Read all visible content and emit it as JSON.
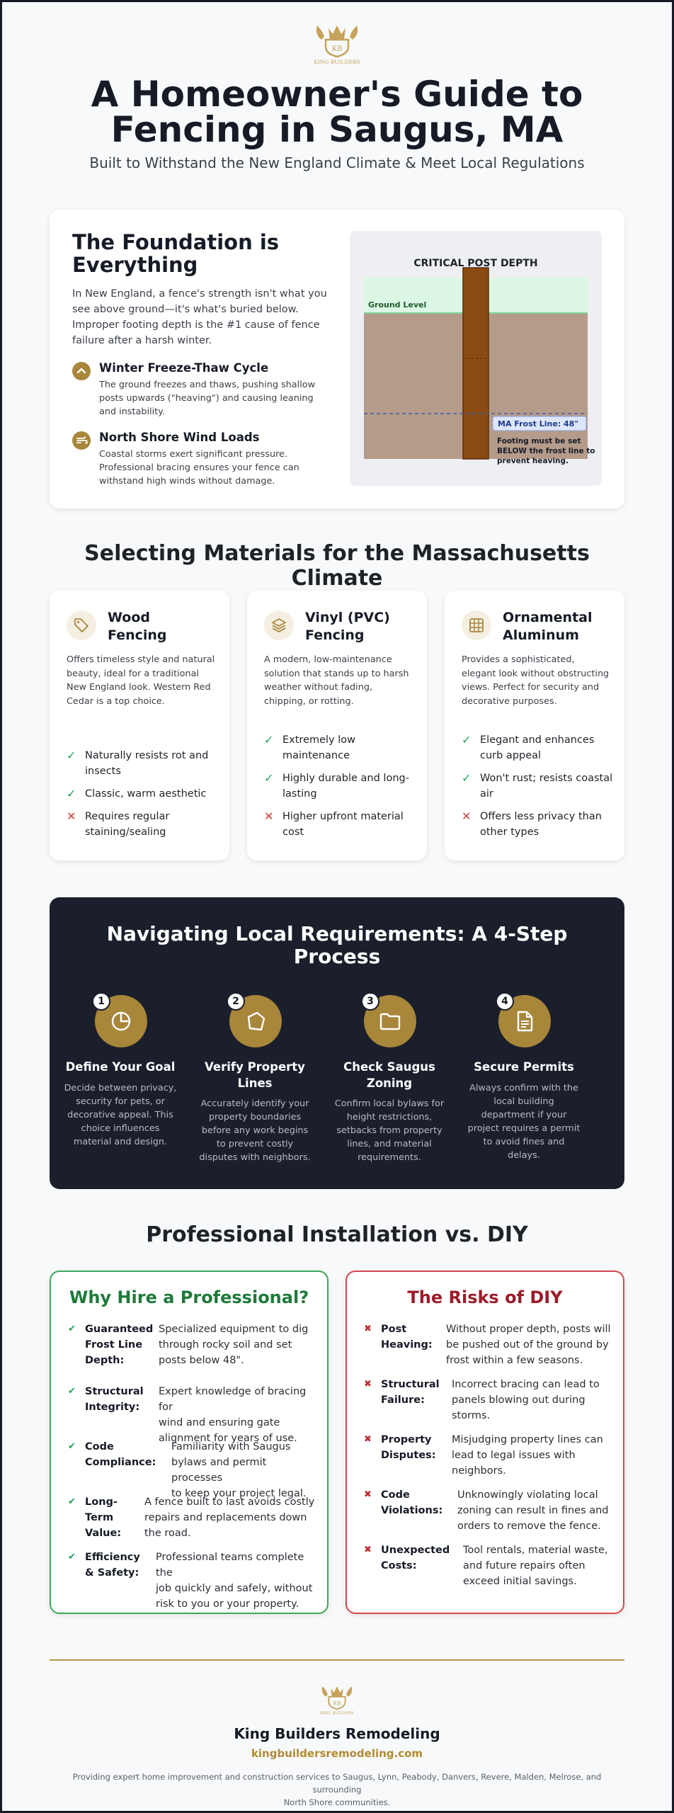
{
  "header": {
    "logo_text": "KING BUILDERS",
    "logo_initials": "KB",
    "title_line1": "A Homeowner's Guide to",
    "title_line2": "Fencing in Saugus, MA",
    "subtitle": "Built to Withstand the New England Climate & Meet Local Regulations"
  },
  "foundation": {
    "title_line1": "The Foundation is",
    "title_line2": "Everything",
    "intro": "In New England, a fence's strength isn't what you see above ground—it's what's buried below. Improper footing depth is the #1 cause of fence failure after a harsh winter.",
    "features": [
      {
        "icon": "chevron-up-icon",
        "title": "Winter Freeze-Thaw Cycle",
        "text": "The ground freezes and thaws, pushing shallow posts upwards (\"heaving\") and causing leaning and instability."
      },
      {
        "icon": "wind-icon",
        "title": "North Shore Wind Loads",
        "text": "Coastal storms exert significant pressure. Professional bracing ensures your fence can withstand high winds without damage."
      }
    ],
    "diagram": {
      "title": "CRITICAL POST DEPTH",
      "ground_label": "Ground Level",
      "frost_label": "MA Frost Line: 48\"",
      "note_line1": "Footing must be set",
      "note_line2": "BELOW the frost line to",
      "note_line3": "prevent heaving."
    }
  },
  "materials": {
    "title": "Selecting Materials for the Massachusetts Climate",
    "items": [
      {
        "icon": "tag-icon",
        "title_line1": "Wood",
        "title_line2": "Fencing",
        "desc": "Offers timeless style and natural beauty, ideal for a traditional New England look. Western Red Cedar is a top choice.",
        "points": [
          {
            "type": "pro",
            "text": "Naturally resists rot and insects"
          },
          {
            "type": "pro",
            "text": "Classic, warm aesthetic"
          },
          {
            "type": "con",
            "text": "Requires regular staining/sealing"
          }
        ]
      },
      {
        "icon": "layers-icon",
        "title_line1": "Vinyl (PVC)",
        "title_line2": "Fencing",
        "desc": "A modern, low-maintenance solution that stands up to harsh weather without fading, chipping, or rotting.",
        "points": [
          {
            "type": "pro",
            "text": "Extremely low maintenance"
          },
          {
            "type": "pro",
            "text": "Highly durable and long-lasting"
          },
          {
            "type": "con",
            "text": "Higher upfront material cost"
          }
        ]
      },
      {
        "icon": "grid-icon",
        "title_line1": "Ornamental",
        "title_line2": "Aluminum",
        "desc": "Provides a sophisticated, elegant look without obstructing views. Perfect for security and decorative purposes.",
        "points": [
          {
            "type": "pro",
            "text": "Elegant and enhances curb appeal"
          },
          {
            "type": "pro",
            "text": "Won't rust; resists coastal air"
          },
          {
            "type": "con",
            "text": "Offers less privacy than other types"
          }
        ]
      }
    ]
  },
  "process": {
    "title_line1": "Navigating Local Requirements: A 4-Step",
    "title_line2": "Process",
    "steps": [
      {
        "num": "1",
        "icon": "pie-chart-icon",
        "title": "Define Your Goal",
        "text": "Decide between privacy, security for pets, or decorative appeal. This choice influences material and design."
      },
      {
        "num": "2",
        "icon": "pentagon-map-icon",
        "title": "Verify Property Lines",
        "text": "Accurately identify your property boundaries before any work begins to prevent costly disputes with neighbors."
      },
      {
        "num": "3",
        "icon": "folder-icon",
        "title": "Check Saugus Zoning",
        "text": "Confirm local bylaws for height restrictions, setbacks from property lines, and material requirements."
      },
      {
        "num": "4",
        "icon": "document-icon",
        "title": "Secure Permits",
        "text": "Always confirm with the local building department if your project requires a permit to avoid fines and delays."
      }
    ]
  },
  "compare": {
    "title": "Professional Installation vs. DIY",
    "pro": {
      "title": "Why Hire a Professional?",
      "bullet": "✔",
      "items": [
        {
          "k1": "Guaranteed",
          "k2": "Frost Line",
          "k3": "Depth:",
          "v1": "Specialized equipment to dig",
          "v2": "through rocky soil and set",
          "v3": "posts below 48\"."
        },
        {
          "k1": "Structural",
          "k2": "Integrity:",
          "k3": "",
          "v1": "Expert knowledge of bracing for",
          "v2": "wind and ensuring gate",
          "v3": "alignment for years of use."
        },
        {
          "k1": "Code",
          "k2": "Compliance:",
          "k3": "",
          "v1": "Familiarity with Saugus",
          "v2": "bylaws and permit processes",
          "v3": "to keep your project legal."
        },
        {
          "k1": "Long-",
          "k2": "Term",
          "k3": "Value:",
          "v1": "A fence built to last avoids costly",
          "v2": "repairs and replacements down",
          "v3": "the road."
        },
        {
          "k1": "Efficiency",
          "k2": "& Safety:",
          "k3": "",
          "v1": "Professional teams complete the",
          "v2": "job quickly and safely, without",
          "v3": "risk to you or your property."
        }
      ]
    },
    "diy": {
      "title": "The Risks of DIY",
      "bullet": "✖",
      "items": [
        {
          "k1": "Post",
          "k2": "Heaving:",
          "k3": "",
          "v1": "Without proper depth, posts will",
          "v2": "be pushed out of the ground by",
          "v3": "frost within a few seasons."
        },
        {
          "k1": "Structural",
          "k2": "Failure:",
          "k3": "",
          "v1": "Incorrect bracing can lead to",
          "v2": "panels blowing out during",
          "v3": "storms."
        },
        {
          "k1": "Property",
          "k2": "Disputes:",
          "k3": "",
          "v1": "Misjudging property lines can",
          "v2": "lead to legal issues with",
          "v3": "neighbors."
        },
        {
          "k1": "Code",
          "k2": "Violations:",
          "k3": "",
          "v1": "Unknowingly violating local",
          "v2": "zoning can result in fines and",
          "v3": "orders to remove the fence."
        },
        {
          "k1": "Unexpected",
          "k2": "Costs:",
          "k3": "",
          "v1": "Tool rentals, material waste,",
          "v2": "and future repairs often",
          "v3": "exceed initial savings."
        }
      ]
    }
  },
  "footer": {
    "company": "King Builders Remodeling",
    "website": "kingbuildersremodeling.com",
    "note_line1": "Providing expert home improvement and construction services to Saugus, Lynn, Peabody, Danvers, Revere, Malden, Melrose, and surrounding",
    "note_line2": "North Shore communities."
  },
  "colors": {
    "gold": "#a8863a",
    "dark": "#1a1f2b",
    "pro_green": "#22a35a",
    "con_red": "#d33b3b"
  }
}
